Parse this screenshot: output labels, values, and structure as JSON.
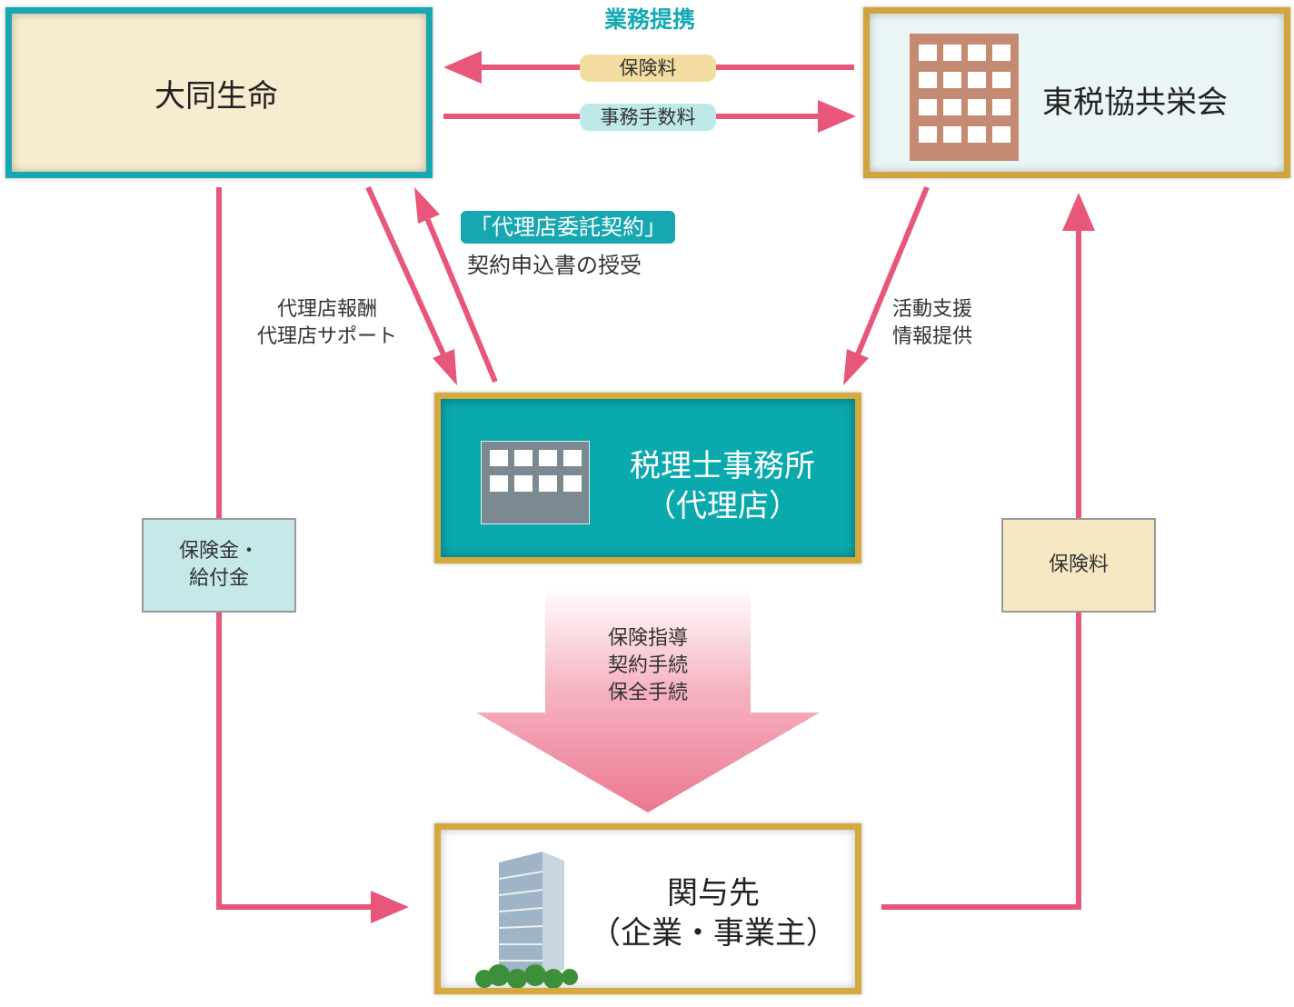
{
  "nodes": {
    "daido": "大同生命",
    "tozei": "東税協共栄会",
    "zeirishi_line1": "税理士事務所",
    "zeirishi_line2": "（代理店）",
    "kanyo_line1": "関与先",
    "kanyo_line2": "（企業・事業主）"
  },
  "top_link": {
    "title": "業務提携",
    "premium": "保険料",
    "fee": "事務手数料"
  },
  "contract": {
    "tag": "「代理店委託契約」",
    "sub": "契約申込書の授受"
  },
  "labels": {
    "dairiten_line1": "代理店報酬",
    "dairiten_line2": "代理店サポート",
    "katsudo_line1": "活動支援",
    "katsudo_line2": "情報提供",
    "shido_line1": "保険指導",
    "shido_line2": "契約手続",
    "shido_line3": "保全手続"
  },
  "side_boxes": {
    "hokenkin_line1": "保険金・",
    "hokenkin_line2": "給付金",
    "hokenryo": "保険料"
  },
  "colors": {
    "arrow": "#e8567a",
    "teal": "#17a7b1",
    "gold": "#d4a93e"
  }
}
